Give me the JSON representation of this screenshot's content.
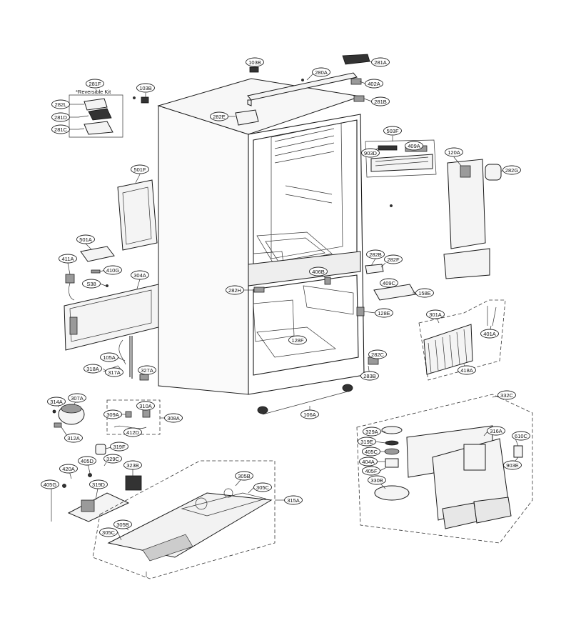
{
  "kit_note": "*Reversible Kit",
  "callouts": {
    "103B_top": "103B",
    "103B_left": "103B",
    "280A": "280A",
    "281A": "281A",
    "402A": "402A",
    "281B": "281B",
    "281F": "281F",
    "282L": "282L",
    "281D": "281D",
    "281C": "281C",
    "282E": "282E",
    "503F": "503F",
    "903D": "903D",
    "409A": "409A",
    "120A": "120A",
    "282G": "282G",
    "501F": "501F",
    "501A": "501A",
    "411A": "411A",
    "410G": "410G",
    "S38": "S38",
    "304A": "304A",
    "406B": "406B",
    "282H": "282H",
    "282B": "282B",
    "282F": "282F",
    "409C": "409C",
    "158E": "158E",
    "128E": "128E",
    "128F": "128F",
    "301A": "301A",
    "401A": "401A",
    "418A": "418A",
    "105A": "105A",
    "318A": "318A",
    "317A": "317A",
    "327A": "327A",
    "282C": "282C",
    "283B": "283B",
    "314A": "314A",
    "307A": "307A",
    "310A": "310A",
    "309A": "309A",
    "308A": "308A",
    "412D": "412D",
    "312A": "312A",
    "106A": "106A",
    "332C": "332C",
    "329A": "329A",
    "316A": "316A",
    "610C": "610C",
    "319E": "319E",
    "405C": "405C",
    "404A": "404A",
    "405F": "405F",
    "903E": "903E",
    "330B": "330B",
    "319F": "319F",
    "405D": "405D",
    "329C": "329C",
    "323B": "323B",
    "420A": "420A",
    "405G": "405G",
    "319D": "319D",
    "305B_a": "305B",
    "305C_a": "305C",
    "315A": "315A",
    "305C_b": "305C",
    "305B_b": "305B"
  }
}
